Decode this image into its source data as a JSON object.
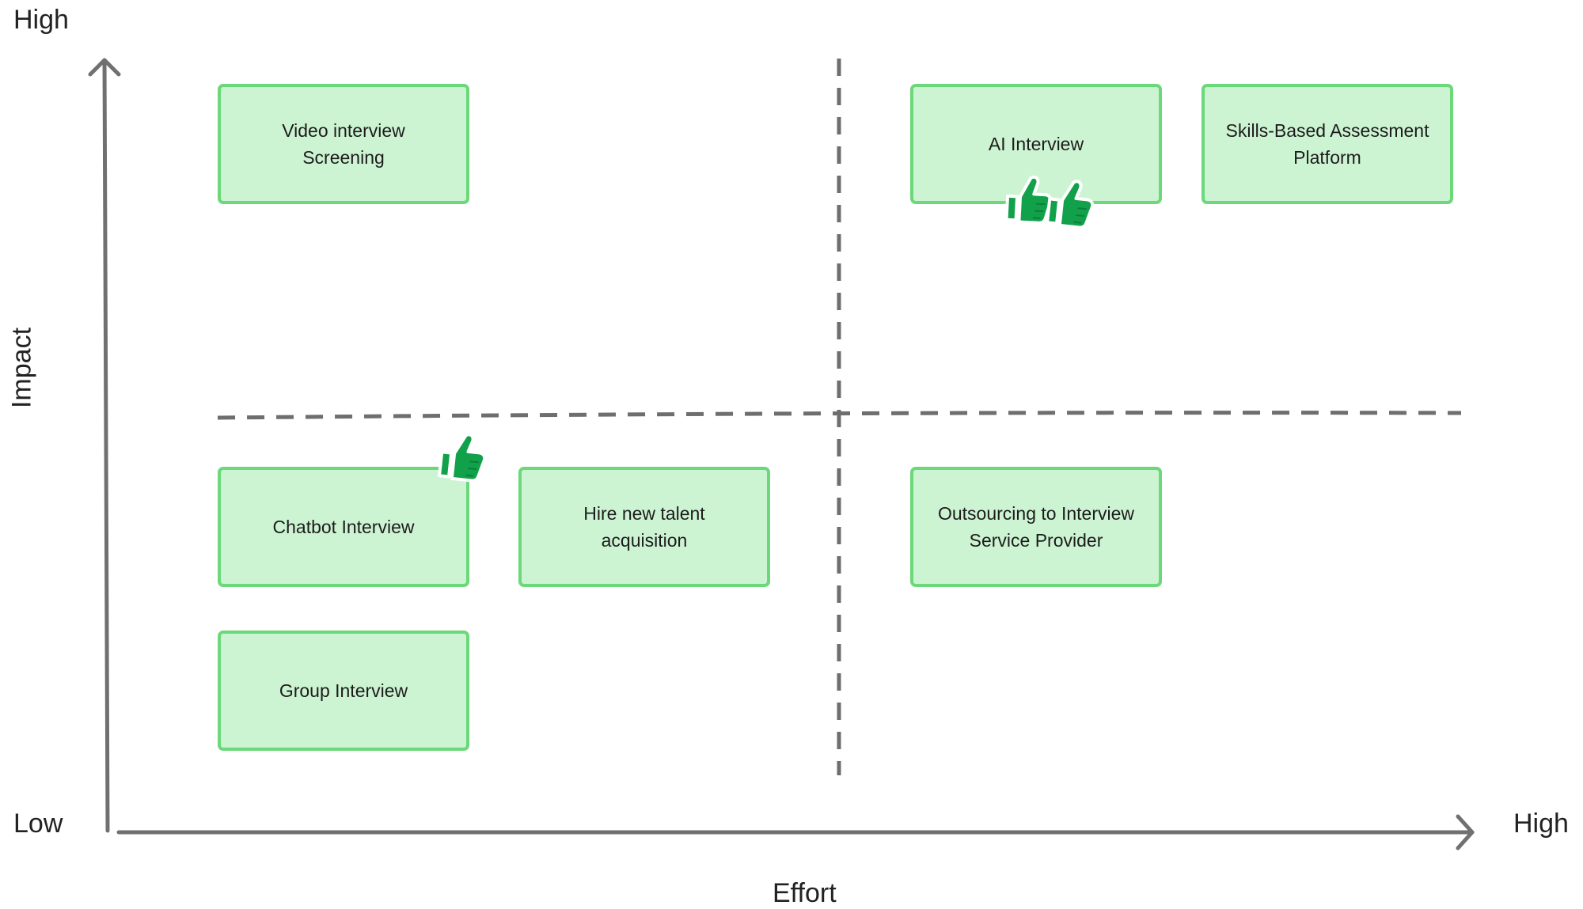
{
  "axes": {
    "y_high": "High",
    "y_title": "Impact",
    "x_low": "Low",
    "x_high": "High",
    "x_title": "Effort"
  },
  "cards": {
    "video": "Video interview\nScreening",
    "ai": "AI Interview",
    "skills": "Skills-Based Assessment\nPlatform",
    "chatbot": "Chatbot Interview",
    "hire": "Hire new talent\nacquisition",
    "outsourcing": "Outsourcing to Interview\nService Provider",
    "group": "Group Interview"
  },
  "votes": {
    "chatbot": 1,
    "ai": 2
  },
  "colors": {
    "card_fill": "#cdf4d2",
    "card_border": "#6bd87a",
    "thumb": "#12a14b",
    "axis": "#707070",
    "divider": "#6e6e6e"
  },
  "icons": {
    "vote": "thumbs-up-icon"
  }
}
